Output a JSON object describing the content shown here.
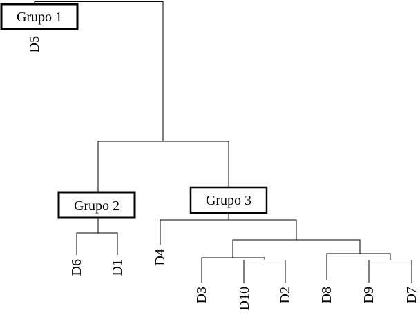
{
  "diagram": {
    "type": "dendrogram",
    "title": "",
    "line_color": "#000000",
    "background_color": "#ffffff",
    "groups": [
      {
        "label": "Grupo 1",
        "members": [
          "D5"
        ]
      },
      {
        "label": "Grupo 2",
        "members": [
          "D6",
          "D1"
        ]
      },
      {
        "label": "Grupo 3",
        "members": [
          "D4",
          "D3",
          "D10",
          "D2",
          "D8",
          "D9",
          "D7"
        ]
      }
    ],
    "leaves": [
      "D5",
      "D6",
      "D1",
      "D4",
      "D3",
      "D10",
      "D2",
      "D8",
      "D9",
      "D7"
    ],
    "hierarchy": "(Grupo1(D5),(Grupo2(D6,D1),Grupo3(D4,((D3,(D10,D2)),(D8,(D9,D7))))))"
  }
}
